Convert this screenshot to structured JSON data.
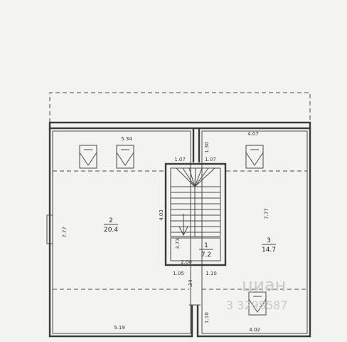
{
  "rooms": [
    {
      "number": "2",
      "area": "20.4"
    },
    {
      "number": "1",
      "area": "7.2"
    },
    {
      "number": "3",
      "area": "14.7"
    }
  ],
  "dimensions": {
    "left_top_width": "5.34",
    "right_top_width": "4.07",
    "left_bottom_width": "5.19",
    "right_bottom_width": "4.02",
    "left_height": "7.77",
    "right_height": "7.77",
    "stair_left_top": "1.07",
    "stair_right_top": "1.07",
    "right_notch_height": "1.30",
    "stair_height": "4.03",
    "landing_height": "3.73",
    "landing_width": "2.00",
    "bottom_left_step": "1.05",
    "bottom_right_step": "1.10",
    "bottom_notch_height": "1.10",
    "bottom_left_notch": ".34"
  },
  "watermark": {
    "brand": "циан",
    "number": "3 3298587"
  },
  "icons": [
    "skylight-window-icon",
    "stair-arrow-icon"
  ]
}
